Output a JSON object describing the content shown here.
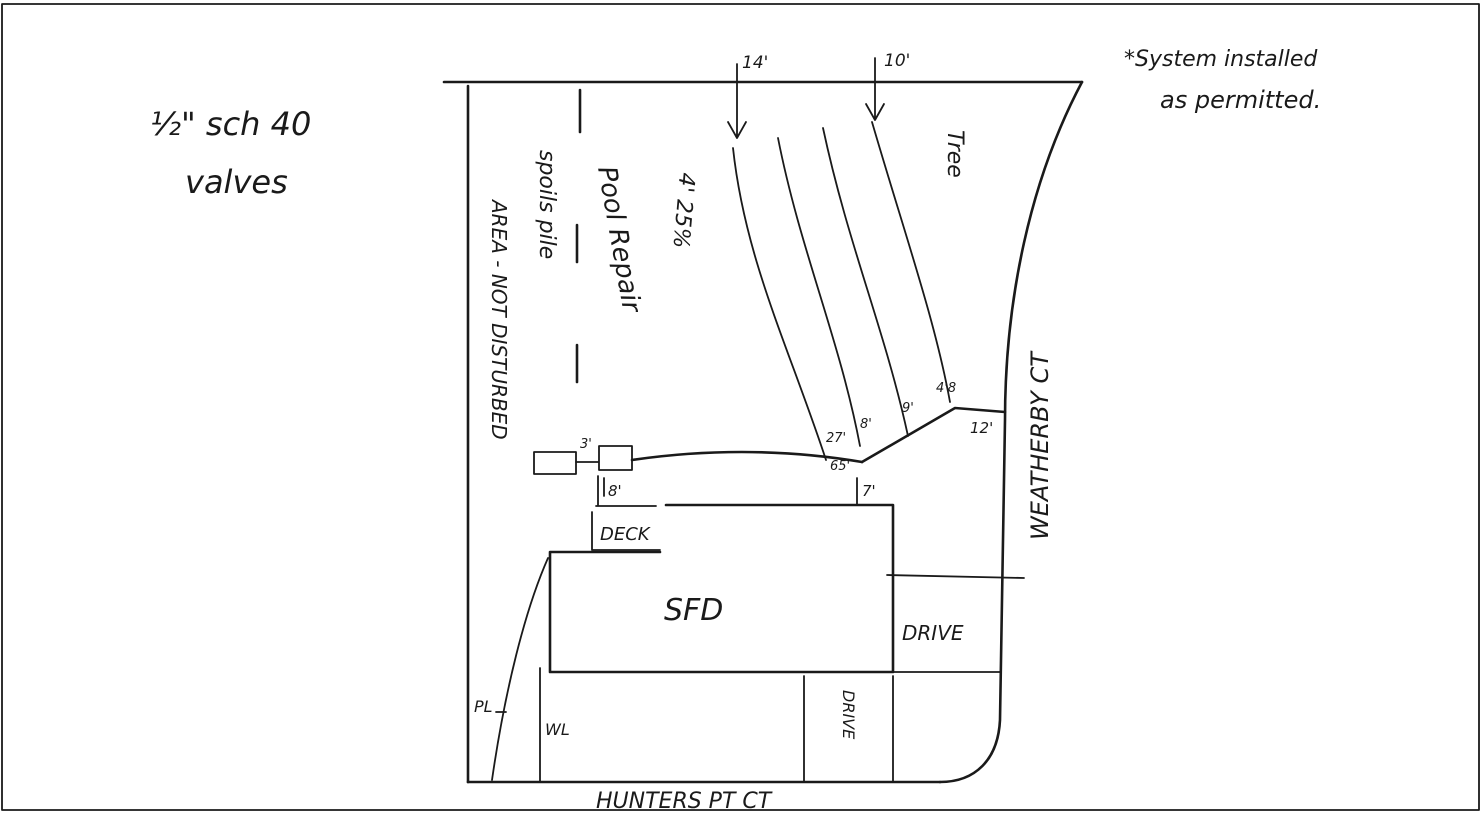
{
  "notes": {
    "pipe_spec_line1": "½\" sch 40",
    "pipe_spec_line2": "valves",
    "system_note_line1": "*System installed",
    "system_note_line2": "as permitted."
  },
  "streets": {
    "bottom": "HUNTERS PT CT",
    "right": "WEATHERBY CT"
  },
  "areas": {
    "house": "SFD",
    "deck": "DECK",
    "drive_right": "DRIVE",
    "drive_bottom": "DRIVE",
    "wall": "WL",
    "property_line": "PL",
    "spoils_pile": "spoils pile",
    "no_disturb": "AREA - NOT DISTURBED",
    "pool_repair": "Pool Repair",
    "tree": "Tree",
    "grade": "4' 25%"
  },
  "dimensions": {
    "line_spacing_a": "14'",
    "line_spacing_b": "10'",
    "setback_right": "12'",
    "setback_house": "7'",
    "tank_to_deck": "8'",
    "tank_gap": "3'",
    "pipe_length": "65'",
    "trench_a": "27'",
    "trench_b": "8'",
    "trench_c": "9'",
    "trench_d": "4'8"
  },
  "icons": [
    "septic-tank-icon",
    "pump-tank-icon",
    "arrow-down-icon"
  ]
}
